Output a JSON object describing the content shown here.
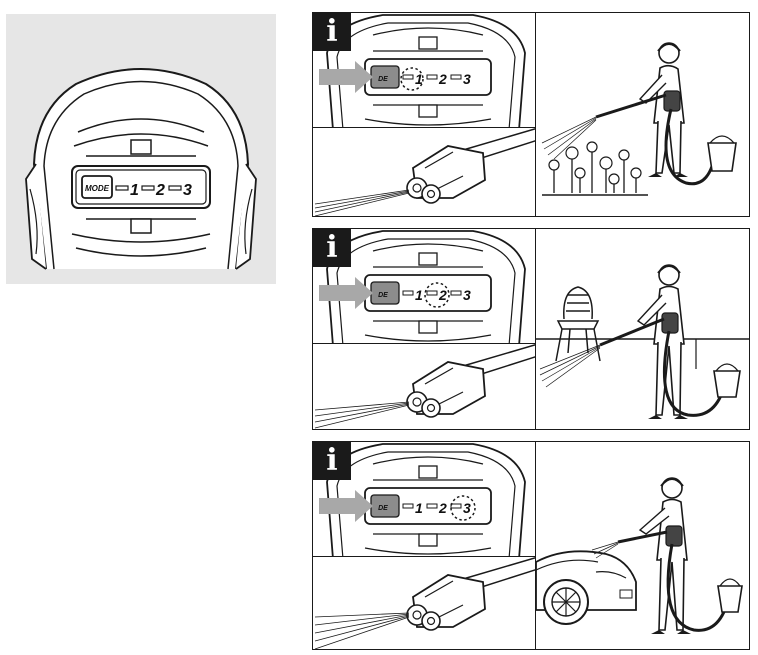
{
  "overview": {
    "mode_label": "MODE",
    "positions": [
      "1",
      "2",
      "3"
    ]
  },
  "steps": [
    {
      "info_glyph": "i",
      "mode_label": "DE",
      "positions": [
        "1",
        "2",
        "3"
      ],
      "highlighted": "1",
      "scene": "flower-bed"
    },
    {
      "info_glyph": "i",
      "mode_label": "DE",
      "positions": [
        "1",
        "2",
        "3"
      ],
      "highlighted": "2",
      "scene": "garden-chair"
    },
    {
      "info_glyph": "i",
      "mode_label": "DE",
      "positions": [
        "1",
        "2",
        "3"
      ],
      "highlighted": "3",
      "scene": "car"
    }
  ],
  "colors": {
    "ink": "#1a1a1a",
    "panel_bg": "#e6e6e6",
    "arrow": "#a8a8a8",
    "mode_button": "#8c8c8c"
  }
}
